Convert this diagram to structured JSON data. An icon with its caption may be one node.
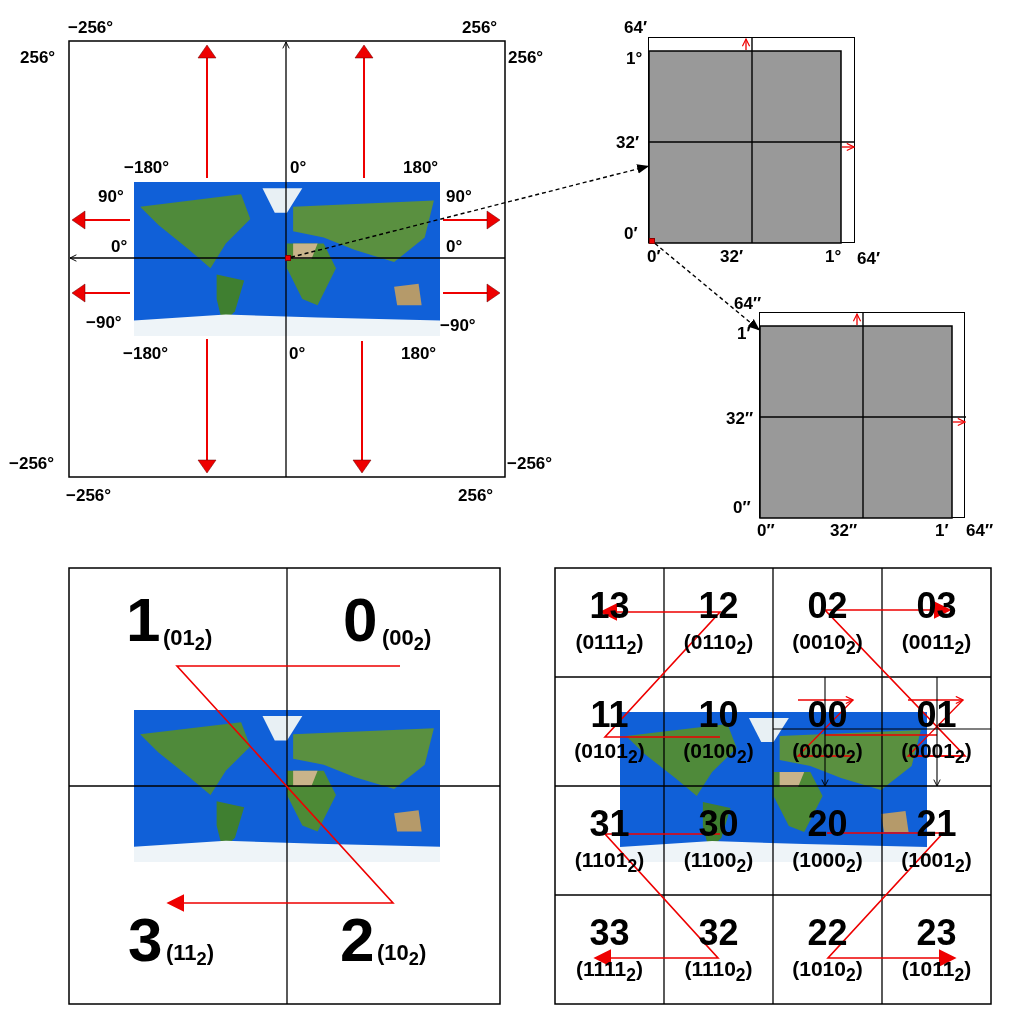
{
  "diagram": {
    "nodes": [
      {
        "text": [],
        "shape": "box"
      },
      {
        "text": [],
        "shape": "box"
      },
      {
        "text": [],
        "shape": "box",
        "in": 1
      },
      {
        "text": [],
        "shape": "box"
      }
    ],
    "edges": [
      {
        "from": 0,
        "to": 1,
        "arrow": "to",
        "style": "dashed"
      },
      {
        "from": 2,
        "to": 3,
        "arrow": "to",
        "style": "dashed"
      }
    ],
    "labels": [
      "−256°",
      "256°",
      "256°",
      "256°",
      "−180°",
      "0°",
      "180°",
      "90°",
      "90°",
      "0°",
      "0°",
      "−90°",
      "−90°",
      "−180°",
      "0°",
      "180°",
      "−256°",
      "−256°",
      "−256°",
      "256°",
      "64′",
      "1°",
      "32′",
      "0′",
      "0′",
      "32′",
      "1°",
      "64′",
      "64″",
      "1′",
      "32″",
      "0″",
      "0″",
      "32″",
      "1′",
      "64″",
      "1",
      "(01$_{2}$)",
      "0",
      "(00$_{2}$)",
      "3",
      "(11$_{2}$)",
      "2",
      "(10$_{2}$)",
      "13",
      "(0111$_{2}$)",
      "12",
      "(0110$_{2}$)",
      "02",
      "(0010$_{2}$)",
      "03",
      "(0011$_{2}$)",
      "11",
      "(0101$_{2}$)",
      "10",
      "(0100$_{2}$)",
      "00",
      "(0000$_{2}$)",
      "01",
      "(0001$_{2}$)",
      "31",
      "(1101$_{2}$)",
      "30",
      "(1100$_{2}$)",
      "20",
      "(1000$_{2}$)",
      "21",
      "(1001$_{2}$)",
      "33",
      "(1111$_{2}$)",
      "32",
      "(1110$_{2}$)",
      "22",
      "(1010$_{2}$)",
      "23",
      "(1011$_{2}$)"
    ]
  }
}
